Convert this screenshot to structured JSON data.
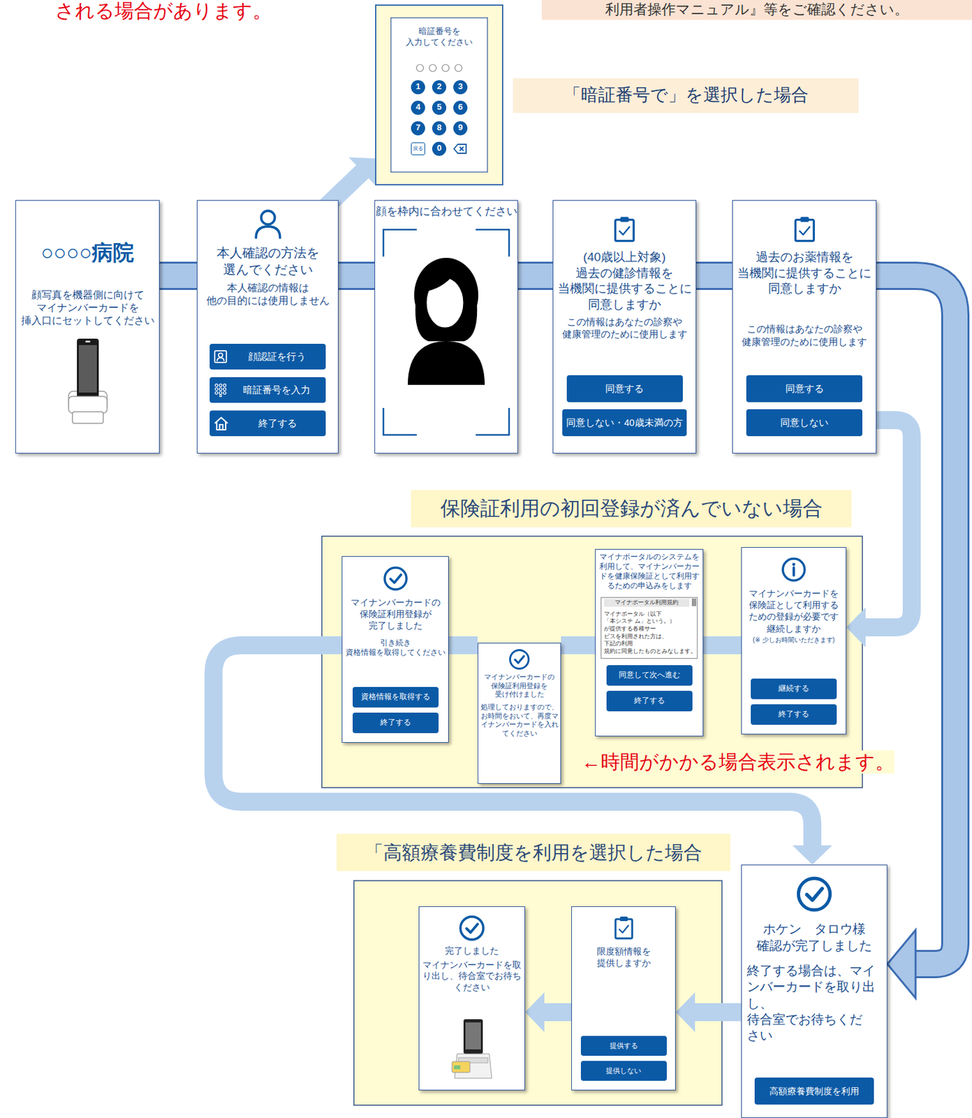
{
  "diagram": {
    "nodes": [
      {
        "text": [
          "○○○○病院",
          "顔写真を機器側に向けて マイナンバーカードを 挿入口にセットしてください"
        ]
      },
      {
        "text": [
          "本人確認の方法を 選んでください",
          "本人確認の情報は 他の目的には使用しません"
        ]
      },
      {
        "text": [
          "顔認証を行う"
        ],
        "in": 1
      },
      {
        "text": [
          "暗証番号を入力"
        ],
        "in": 1
      },
      {
        "text": [
          "終了する"
        ],
        "in": 1
      },
      {
        "text": [
          "暗証番号を 入力してください"
        ]
      },
      {
        "text": [
          "1"
        ],
        "in": 5
      },
      {
        "text": [
          "2"
        ],
        "in": 5
      },
      {
        "text": [
          "3"
        ],
        "in": 5
      },
      {
        "text": [
          "4"
        ],
        "in": 5
      },
      {
        "text": [
          "5"
        ],
        "in": 5
      },
      {
        "text": [
          "6"
        ],
        "in": 5
      },
      {
        "text": [
          "7"
        ],
        "in": 5
      },
      {
        "text": [
          "8"
        ],
        "in": 5
      },
      {
        "text": [
          "9"
        ],
        "in": 5
      },
      {
        "text": [
          "戻る"
        ],
        "in": 5
      },
      {
        "text": [
          "0"
        ],
        "in": 5
      },
      {
        "text": [
          "「暗証番号で」を選択した場合"
        ]
      },
      {
        "text": [
          "顔を枠内に合わせてください"
        ]
      },
      {
        "text": [
          "(40歳以上対象)",
          "過去の健診情報を 当機関に提供することに 同意しますか",
          "この情報はあなたの診察や 健康管理のために使用します"
        ]
      },
      {
        "text": [
          "同意する"
        ],
        "in": 19
      },
      {
        "text": [
          "同意しない・40歳未満の方"
        ],
        "in": 19
      },
      {
        "text": [
          "過去のお薬情報を 当機関に提供することに 同意しますか",
          "この情報はあなたの診察や 健康管理のために使用します"
        ]
      },
      {
        "text": [
          "同意する"
        ],
        "in": 22
      },
      {
        "text": [
          "同意しない"
        ],
        "in": 22
      },
      {
        "text": [
          "保険証利用の初回登録が済んでいない場合",
          "←時間がかかる場合表示されます。"
        ]
      },
      {
        "text": [
          "マイナンバーカードの 保険証利用登録が 完了しました",
          "引き続き 資格情報を取得してください"
        ],
        "in": 25
      },
      {
        "text": [
          "資格情報を取得する"
        ],
        "in": 26
      },
      {
        "text": [
          "終了する"
        ],
        "in": 26
      },
      {
        "text": [
          "マイナンバーカードの 保険証利用登録を 受け付けました",
          "処理しておりますので、 お時間をおいて、再度マ イナンバーカードを入れ てください"
        ],
        "in": 25
      },
      {
        "text": [
          "マイナポータルのシステムを 利用して、マイナンバーカー ドを健康保険証として利用す るための申込みをします"
        ],
        "in": 25
      },
      {
        "text": [
          "マイナポータル利用規約",
          "マイナポータル（以下「本システ ム」という。）が提供する各種サー ビスを利用された方は、下記の利用 規約に同意したものとみなします。"
        ],
        "in": 30
      },
      {
        "text": [
          "同意して次へ進む"
        ],
        "in": 30
      },
      {
        "text": [
          "終了する"
        ],
        "in": 30
      },
      {
        "text": [
          "マイナンバーカードを 保険証として利用する ための登録が必要です 継続しますか",
          "(※ 少しお時間いただきます)"
        ],
        "in": 25
      },
      {
        "text": [
          "継続する"
        ],
        "in": 34
      },
      {
        "text": [
          "終了する"
        ],
        "in": 34
      },
      {
        "text": [
          "「高額療養費制度を利用を選択した場合"
        ]
      },
      {
        "text": [
          "完了しました",
          "マイナンバーカードを取 り出し、待合室でお待ち ください"
        ],
        "in": 37
      },
      {
        "text": [
          "限度額情報を 提供しますか"
        ],
        "in": 37
      },
      {
        "text": [
          "提供する"
        ],
        "in": 39
      },
      {
        "text": [
          "提供しない"
        ],
        "in": 39
      },
      {
        "text": [
          "ホケン　タロウ様 確認が完了しました",
          "終了する場合は、マイ ンバーカードを取り出 し、待合室でお待ちくだ さい"
        ]
      },
      {
        "text": [
          "高額療養費制度を利用"
        ],
        "in": 42
      }
    ],
    "edges": [
      {
        "from": 0,
        "to": 1,
        "arrow": "none"
      },
      {
        "from": 1,
        "to": 5,
        "arrow": "to"
      },
      {
        "from": 1,
        "to": 18,
        "arrow": "none"
      },
      {
        "from": 18,
        "to": 19,
        "arrow": "none"
      },
      {
        "from": 19,
        "to": 22,
        "arrow": "none"
      },
      {
        "from": 22,
        "to": 42,
        "arrow": "to"
      },
      {
        "from": 22,
        "to": 34,
        "arrow": "to"
      },
      {
        "from": 34,
        "to": 30,
        "arrow": "none"
      },
      {
        "from": 30,
        "to": 29,
        "arrow": "none"
      },
      {
        "from": 29,
        "to": 26,
        "arrow": "none"
      },
      {
        "from": 26,
        "to": 42,
        "arrow": "to"
      },
      {
        "from": 42,
        "to": 39,
        "arrow": "to"
      },
      {
        "from": 39,
        "to": 38,
        "arrow": "to"
      }
    ],
    "labels": [
      "される場合があります。",
      "利用者操作マニュアル』等をご確認ください。"
    ]
  }
}
